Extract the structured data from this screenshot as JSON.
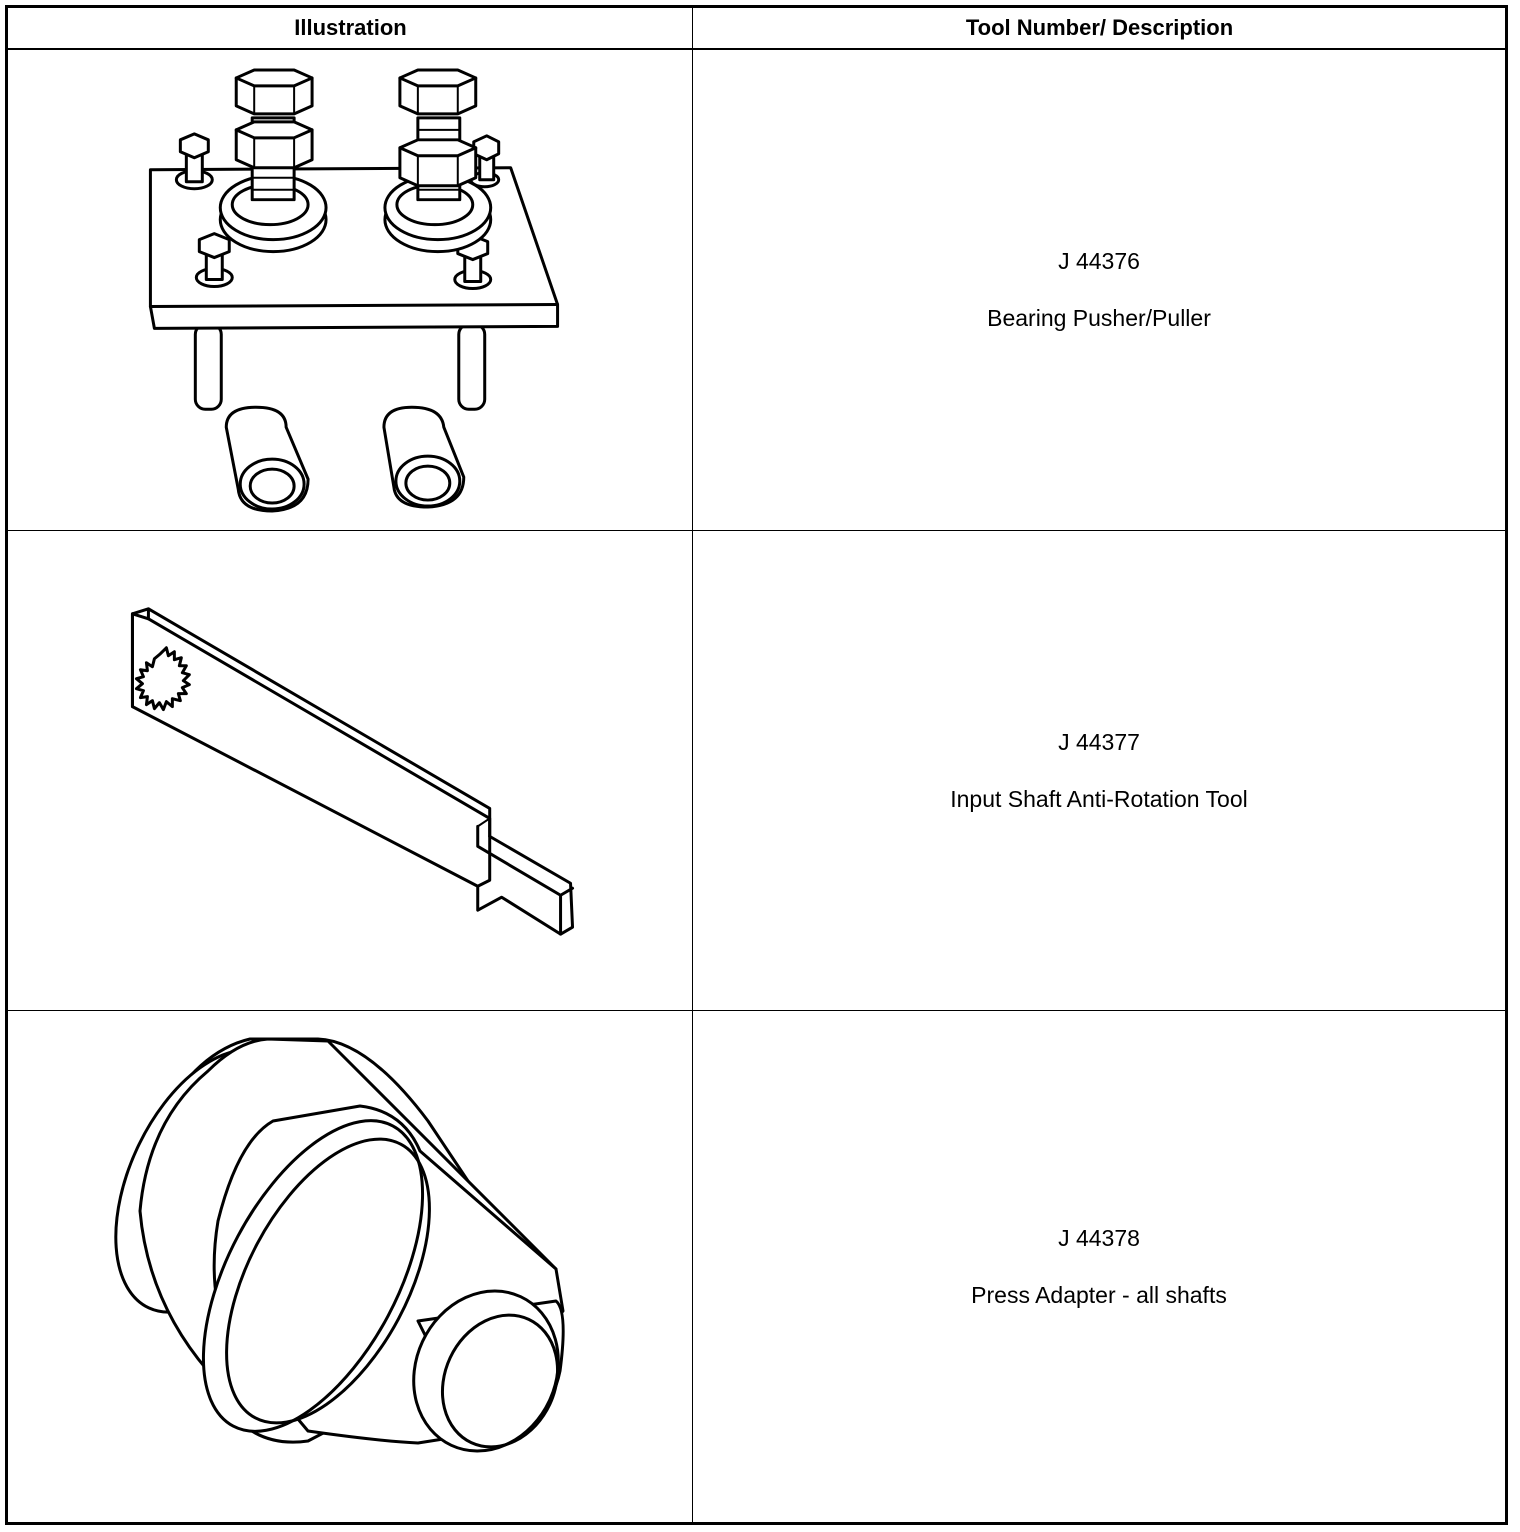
{
  "header": {
    "illustration": "Illustration",
    "tool_number_description": "Tool Number/ Description"
  },
  "tools": [
    {
      "number": "J 44376",
      "description": "Bearing Pusher/Puller",
      "icon": "bearing-pusher-puller-illustration"
    },
    {
      "number": "J 44377",
      "description": "Input Shaft Anti-Rotation Tool",
      "icon": "input-shaft-anti-rotation-tool-illustration"
    },
    {
      "number": "J 44378",
      "description": "Press Adapter - all shafts",
      "icon": "press-adapter-illustration"
    }
  ]
}
